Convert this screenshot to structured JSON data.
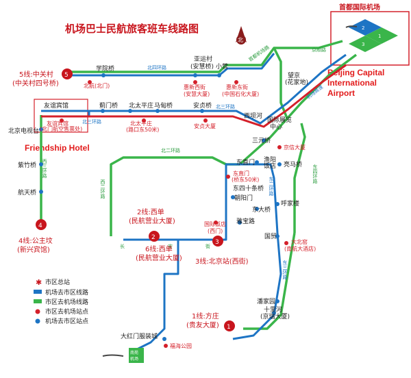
{
  "title": "机场巴士民航旅客班车线路图",
  "north": "北",
  "airport": {
    "name": "首都国际机场",
    "terminals": [
      "1号航站楼",
      "2号航站楼",
      "3号航站楼"
    ],
    "english": [
      "Beijing Capital",
      "International",
      "Airport"
    ]
  },
  "friendship_hotel_en": "Friendship Hotel",
  "lines": {
    "l5": [
      "5线:中关村",
      "(中关村四号桥)"
    ],
    "l4": [
      "4线:公主坟",
      "(新兴宾馆)"
    ],
    "l2": [
      "2线:西单",
      "(民航营业大厦)"
    ],
    "l6": [
      "6线:西单",
      "(民航营业大厦)"
    ],
    "l3": "3线:北京站(西街)",
    "l1": [
      "1线:方庄",
      "(贵友大厦)"
    ]
  },
  "places": {
    "xueyuanqiao": "学院桥",
    "yayuncun": "亚运村",
    "anhuiqiao": "(安慧桥)",
    "xiaoying": "小营",
    "beicheng": "北航(北门)",
    "huixinxijie": "惠新西街",
    "anhui_dasha": "(安慧大厦)",
    "huixindongjie": "惠新东街",
    "shihua_dasha": "(中国石化大厦)",
    "wangjing": "望京",
    "huajiadi": "(花家地)",
    "youyibinguan": "友谊宾馆",
    "jimenqiao": "蓟门桥",
    "beitaipingzhuang": "北太平庄",
    "madianqiao": "马甸桥",
    "anzhenqiao": "安贞桥",
    "youyi_red": "友谊宾馆",
    "youyi_red2": "(北门航空售票处)",
    "beitaipingzhuang_red": "北太平庄",
    "lukou": "(路口东50米)",
    "anzhen_dasha": "安贞大厦",
    "xibahe": "西坝河",
    "guozhan": [
      "国际展览",
      "中心"
    ],
    "beijing_tv": "北京电视台",
    "sanyuanqiao": "三元桥",
    "jingxin_dasha": "京信大厦",
    "zizhuqiao": "紫竹桥",
    "hangtianqiao": "航天桥",
    "dongzhimen": "东直门",
    "yuyang": [
      "渔阳",
      "饭店"
    ],
    "liangmaqiao": "亮马桥",
    "dongzhimen_red": "东直门",
    "dongzhimen_red2": "(桥东50米)",
    "dongsishitiao": "东四十条桥",
    "chaoyangmen": "朝阳门",
    "dongdaqiao": "东大桥",
    "hujialou": "呼家楼",
    "guoji_fandian": [
      "国际饭店",
      "(西门)"
    ],
    "yabaolu": "雅宝路",
    "guomao": "国贸",
    "dabeiyao": "大北窑",
    "nanhang": "(南航大酒店)",
    "panjiayuan": "潘家园",
    "shilihe": "十里河",
    "jingrui": "(京瑞大厦)",
    "dahongmen": "大红门服装城",
    "fuhai": "福海公园",
    "nanyuan": [
      "南苑",
      "机场"
    ]
  },
  "roads": {
    "north2": "北二环路",
    "north3": "北三环路",
    "north3b": "北三环路",
    "north4": "北四环路",
    "west3": "西三环路",
    "west2": "西二环路",
    "east3": "东三环路",
    "east4": "东四环路",
    "east2": "东二环路",
    "changan": "长",
    "an": "安",
    "jie": "街",
    "jichang_gaosu": "机场高速",
    "jingcheng": "京顺路",
    "airport_exp": "首都机场路"
  },
  "legend": [
    {
      "label": "市区总站",
      "symbol": "star",
      "color": "#c8151d"
    },
    {
      "label": "机场去市区线路",
      "symbol": "line",
      "color": "#1d74c4"
    },
    {
      "label": "市区去机场线路",
      "symbol": "line",
      "color": "#3ab54a"
    },
    {
      "label": "市区去机场站点",
      "symbol": "dot",
      "color": "#d4202a"
    },
    {
      "label": "机场去市区站点",
      "symbol": "dot",
      "color": "#1d74c4"
    }
  ],
  "colors": {
    "red": "#d4202a",
    "blue": "#1d74c4",
    "green": "#3ab54a"
  }
}
